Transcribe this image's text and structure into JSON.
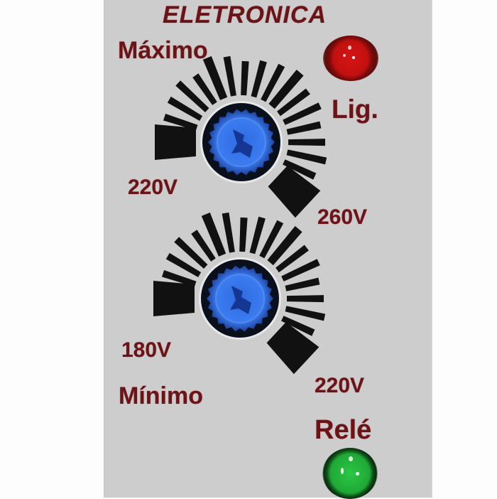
{
  "panel": {
    "brand": "ELETRONICA",
    "colors": {
      "panel_bg": "#cdcdcd",
      "label": "#6b1418",
      "tick": "#111111",
      "knob": "#2f6fe0",
      "led_power": "#d01010",
      "led_relay": "#22b43a"
    }
  },
  "max_dial": {
    "title": "Máximo",
    "min_label": "220V",
    "max_label": "260V",
    "icon": "adjustment-knob-icon"
  },
  "min_dial": {
    "title": "Mínimo",
    "min_label": "180V",
    "max_label": "220V",
    "icon": "adjustment-knob-icon"
  },
  "power_led": {
    "label": "Lig.",
    "state": "on",
    "color": "red"
  },
  "relay_led": {
    "label": "Relé",
    "state": "on",
    "color": "green"
  }
}
